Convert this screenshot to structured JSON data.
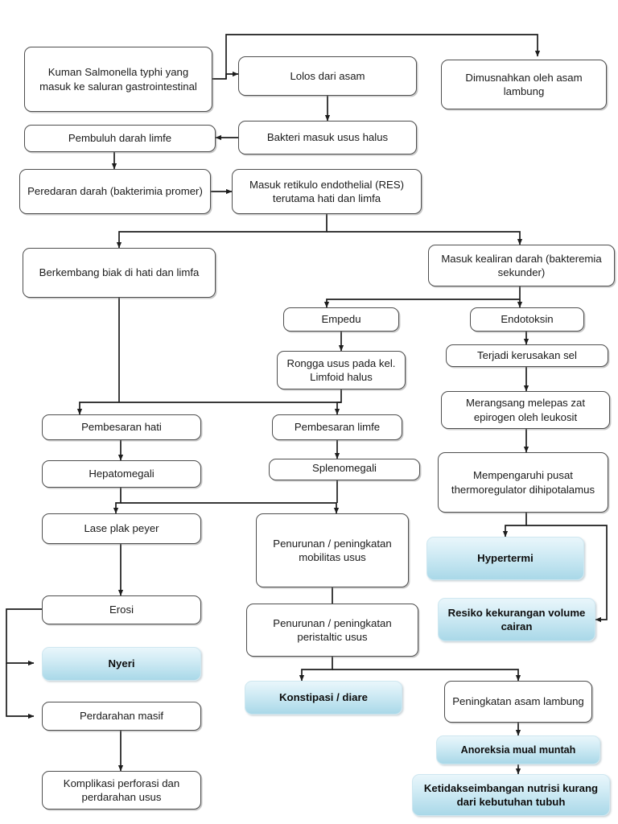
{
  "diagram": {
    "title": "Pathway Demam Tifoid (Typhoid Fever Pathophysiology Flowchart)",
    "language": "id",
    "colors": {
      "box_border": "#4e4e4e",
      "box_fill": "#ffffff",
      "highlight_top": "#e9f6fb",
      "highlight_mid": "#d2ecf5",
      "highlight_bottom": "#a9d8e8",
      "edge": "#222222",
      "text": "#1a1a1a"
    },
    "nodes": [
      {
        "id": "n1",
        "label": "Kuman Salmonella typhi yang masuk ke saluran gastrointestinal",
        "style": "plain"
      },
      {
        "id": "n2",
        "label": "Lolos dari asam",
        "style": "plain"
      },
      {
        "id": "n3",
        "label": "Dimusnahkan oleh asam lambung",
        "style": "plain"
      },
      {
        "id": "n4",
        "label": "Bakteri masuk usus halus",
        "style": "plain"
      },
      {
        "id": "n5",
        "label": "Pembuluh darah limfe",
        "style": "plain"
      },
      {
        "id": "n6",
        "label": "Peredaran darah (bakterimia promer)",
        "style": "plain"
      },
      {
        "id": "n7",
        "label": "Masuk retikulo endothelial (RES) terutama hati dan limfa",
        "style": "plain"
      },
      {
        "id": "n8",
        "label": "Berkembang biak di hati dan limfa",
        "style": "plain"
      },
      {
        "id": "n9",
        "label": "Masuk kealiran darah (bakteremia sekunder)",
        "style": "plain"
      },
      {
        "id": "n10",
        "label": "Empedu",
        "style": "plain"
      },
      {
        "id": "n11",
        "label": "Endotoksin",
        "style": "plain"
      },
      {
        "id": "n12",
        "label": "Rongga usus pada kel. Limfoid halus",
        "style": "plain"
      },
      {
        "id": "n13",
        "label": "Terjadi kerusakan sel",
        "style": "plain"
      },
      {
        "id": "n14",
        "label": "Merangsang melepas zat epirogen oleh leukosit",
        "style": "plain"
      },
      {
        "id": "n15",
        "label": "Pembesaran hati",
        "style": "plain"
      },
      {
        "id": "n16",
        "label": "Pembesaran limfe",
        "style": "plain"
      },
      {
        "id": "n17",
        "label": "Hepatomegali",
        "style": "plain"
      },
      {
        "id": "n18",
        "label": "Splenomegali",
        "style": "plain"
      },
      {
        "id": "n19",
        "label": "Mempengaruhi pusat thermoregulator dihipotalamus",
        "style": "plain"
      },
      {
        "id": "n20",
        "label": "Lase plak peyer",
        "style": "plain"
      },
      {
        "id": "n21",
        "label": "Penurunan / peningkatan mobilitas usus",
        "style": "plain"
      },
      {
        "id": "n22",
        "label": "Hypertermi",
        "style": "highlight"
      },
      {
        "id": "n23",
        "label": "Erosi",
        "style": "plain"
      },
      {
        "id": "n24",
        "label": "Penurunan / peningkatan peristaltic usus",
        "style": "plain"
      },
      {
        "id": "n25",
        "label": "Resiko kekurangan volume cairan",
        "style": "highlight"
      },
      {
        "id": "n26",
        "label": "Nyeri",
        "style": "highlight"
      },
      {
        "id": "n27",
        "label": "Konstipasi  / diare",
        "style": "highlight"
      },
      {
        "id": "n28",
        "label": "Peningkatan asam lambung",
        "style": "plain"
      },
      {
        "id": "n29",
        "label": "Perdarahan masif",
        "style": "plain"
      },
      {
        "id": "n30",
        "label": "Anoreksia mual muntah",
        "style": "highlight"
      },
      {
        "id": "n31",
        "label": "Komplikasi perforasi dan perdarahan usus",
        "style": "plain"
      },
      {
        "id": "n32",
        "label": "Ketidakseimbangan nutrisi kurang dari kebutuhan tubuh",
        "style": "highlight"
      }
    ],
    "edges": [
      {
        "from": "n1",
        "to": "n2"
      },
      {
        "from": "n1",
        "to": "n3"
      },
      {
        "from": "n2",
        "to": "n4"
      },
      {
        "from": "n4",
        "to": "n5"
      },
      {
        "from": "n5",
        "to": "n6"
      },
      {
        "from": "n6",
        "to": "n7"
      },
      {
        "from": "n7",
        "to": "n8"
      },
      {
        "from": "n7",
        "to": "n9"
      },
      {
        "from": "n8",
        "to": "n15"
      },
      {
        "from": "n9",
        "to": "n10"
      },
      {
        "from": "n9",
        "to": "n11"
      },
      {
        "from": "n10",
        "to": "n12"
      },
      {
        "from": "n11",
        "to": "n13"
      },
      {
        "from": "n12",
        "to": "n16"
      },
      {
        "from": "n13",
        "to": "n14"
      },
      {
        "from": "n14",
        "to": "n19"
      },
      {
        "from": "n15",
        "to": "n17"
      },
      {
        "from": "n16",
        "to": "n18"
      },
      {
        "from": "n17",
        "to": "n20"
      },
      {
        "from": "n18",
        "to": "n21"
      },
      {
        "from": "n19",
        "to": "n22"
      },
      {
        "from": "n19",
        "to": "n25"
      },
      {
        "from": "n20",
        "to": "n23"
      },
      {
        "from": "n23",
        "to": "n26"
      },
      {
        "from": "n23",
        "to": "n29"
      },
      {
        "from": "n24",
        "to": "n27"
      },
      {
        "from": "n24",
        "to": "n28"
      },
      {
        "from": "n28",
        "to": "n30"
      },
      {
        "from": "n29",
        "to": "n31"
      },
      {
        "from": "n30",
        "to": "n32"
      }
    ]
  }
}
